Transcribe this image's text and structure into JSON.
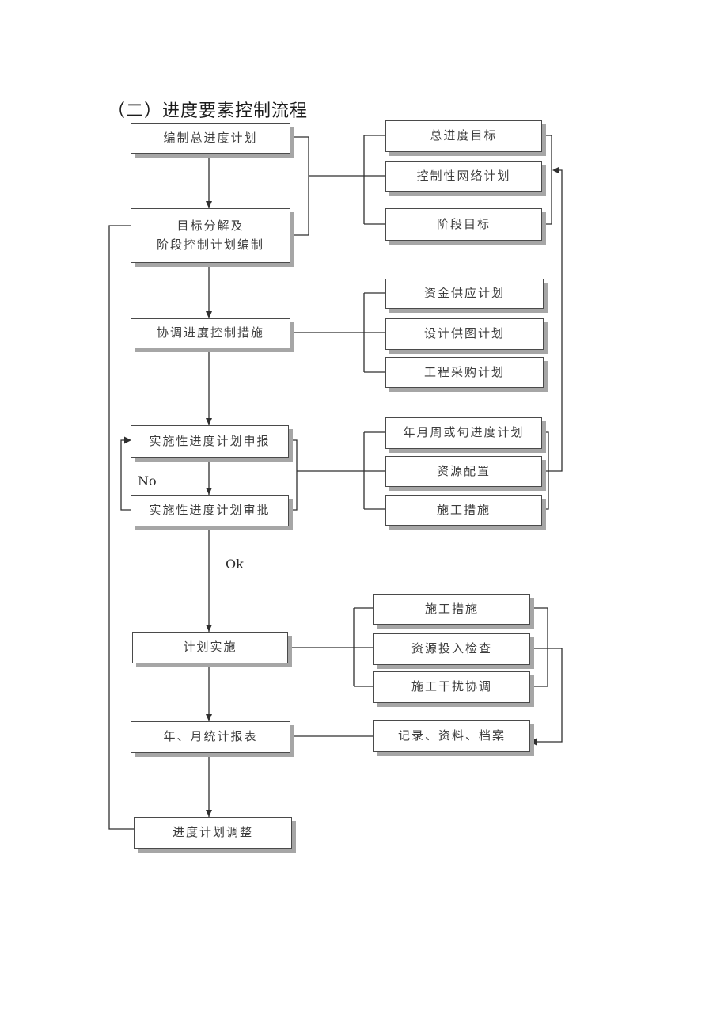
{
  "title": "（二）进度要素控制流程",
  "labels": {
    "no": "No",
    "ok": "Ok"
  },
  "nodes": {
    "n1": "编制总进度计划",
    "n2_line1": "目标分解及",
    "n2_line2": "阶段控制计划编制",
    "n3": "协调进度控制措施",
    "n4": "实施性进度计划申报",
    "n5": "实施性进度计划审批",
    "n6": "计划实施",
    "n7": "年、月统计报表",
    "n8": "进度计划调整",
    "a1": "总进度目标",
    "a2": "控制性网络计划",
    "a3": "阶段目标",
    "b1": "资金供应计划",
    "b2": "设计供图计划",
    "b3": "工程采购计划",
    "c1": "年月周或旬进度计划",
    "c2": "资源配置",
    "c3": "施工措施",
    "d1": "施工措施",
    "d2": "资源投入检查",
    "d3": "施工干扰协调",
    "e1": "记录、资料、档案"
  },
  "colors": {
    "line": "#2f2f2f",
    "box_border": "#4a4a4a",
    "box_shadow": "#a6a6a6",
    "text": "#3d3d3d"
  }
}
